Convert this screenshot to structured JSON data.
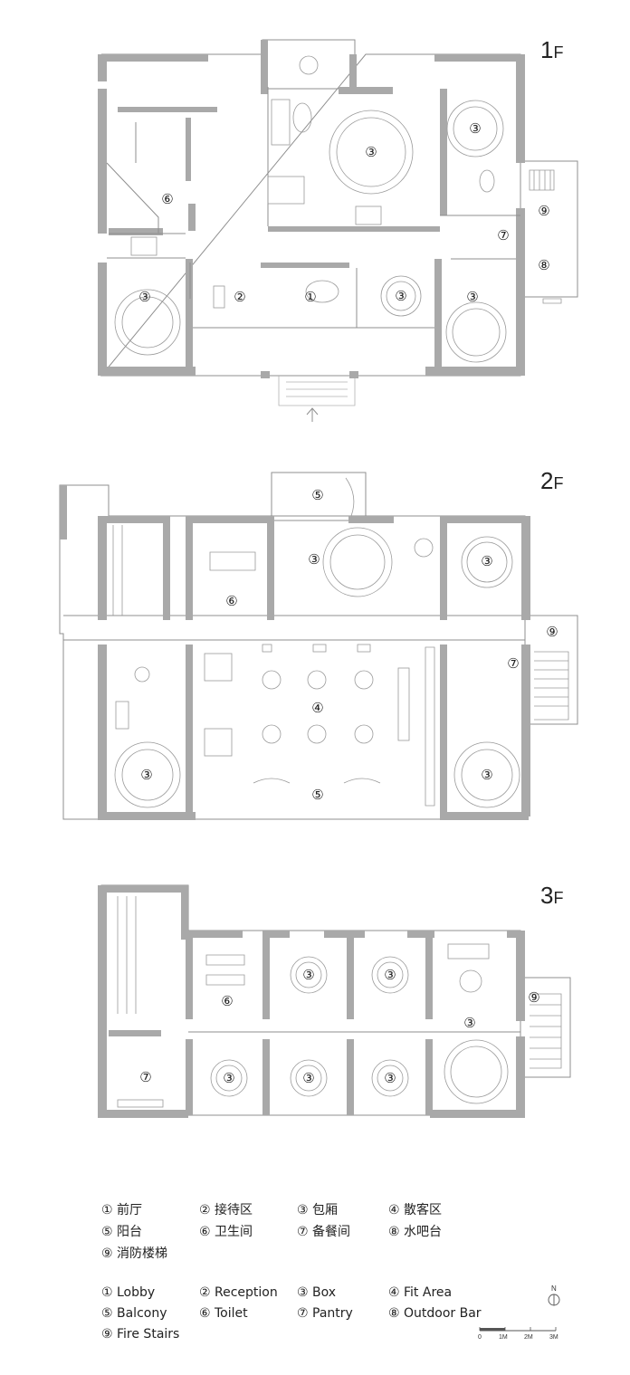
{
  "floors": [
    {
      "num": "1",
      "suffix": "F"
    },
    {
      "num": "2",
      "suffix": "F"
    },
    {
      "num": "3",
      "suffix": "F"
    }
  ],
  "room_markers": {
    "f1": [
      {
        "key": "lobby",
        "glyph": "①"
      },
      {
        "key": "reception",
        "glyph": "②"
      },
      {
        "key": "box_center",
        "glyph": "③"
      },
      {
        "key": "box_top_right",
        "glyph": "③"
      },
      {
        "key": "box_left",
        "glyph": "③"
      },
      {
        "key": "box_mid",
        "glyph": "③"
      },
      {
        "key": "box_right",
        "glyph": "③"
      },
      {
        "key": "toilet",
        "glyph": "⑥"
      },
      {
        "key": "pantry",
        "glyph": "⑦"
      },
      {
        "key": "outdoor_bar",
        "glyph": "⑧"
      },
      {
        "key": "fire_stairs",
        "glyph": "⑨"
      }
    ],
    "f2": [
      {
        "key": "balcony_top",
        "glyph": "⑤"
      },
      {
        "key": "box_top",
        "glyph": "③"
      },
      {
        "key": "box_top_right",
        "glyph": "③"
      },
      {
        "key": "toilet",
        "glyph": "⑥"
      },
      {
        "key": "fire_stairs",
        "glyph": "⑨"
      },
      {
        "key": "pantry",
        "glyph": "⑦"
      },
      {
        "key": "fit_area",
        "glyph": "④"
      },
      {
        "key": "box_left",
        "glyph": "③"
      },
      {
        "key": "box_right",
        "glyph": "③"
      },
      {
        "key": "balcony_bottom",
        "glyph": "⑤"
      }
    ],
    "f3": [
      {
        "key": "box_a",
        "glyph": "③"
      },
      {
        "key": "box_b",
        "glyph": "③"
      },
      {
        "key": "toilet",
        "glyph": "⑥"
      },
      {
        "key": "fire_stairs",
        "glyph": "⑨"
      },
      {
        "key": "box_large",
        "glyph": "③"
      },
      {
        "key": "pantry",
        "glyph": "⑦"
      },
      {
        "key": "box_c",
        "glyph": "③"
      },
      {
        "key": "box_d",
        "glyph": "③"
      },
      {
        "key": "box_e",
        "glyph": "③"
      }
    ]
  },
  "legend_cn": [
    "① 前厅",
    "② 接待区",
    "③ 包厢",
    "④ 散客区",
    "⑤ 阳台",
    "⑥ 卫生间",
    "⑦ 备餐间",
    "⑧ 水吧台",
    "⑨ 消防楼梯"
  ],
  "legend_en": [
    "① Lobby",
    "② Reception",
    "③ Box",
    "④ Fit Area",
    "⑤ Balcony",
    "⑥ Toilet",
    "⑦ Pantry",
    "⑧ Outdoor Bar",
    "⑨ Fire Stairs"
  ],
  "compass": {
    "label": "N"
  },
  "scale_bar": {
    "ticks": [
      "0",
      "1M",
      "2M",
      "3M"
    ]
  },
  "colors": {
    "wall": "#aaaaaa",
    "line": "#8a8a8a",
    "furniture": "#9a9a9a",
    "text": "#222222"
  }
}
